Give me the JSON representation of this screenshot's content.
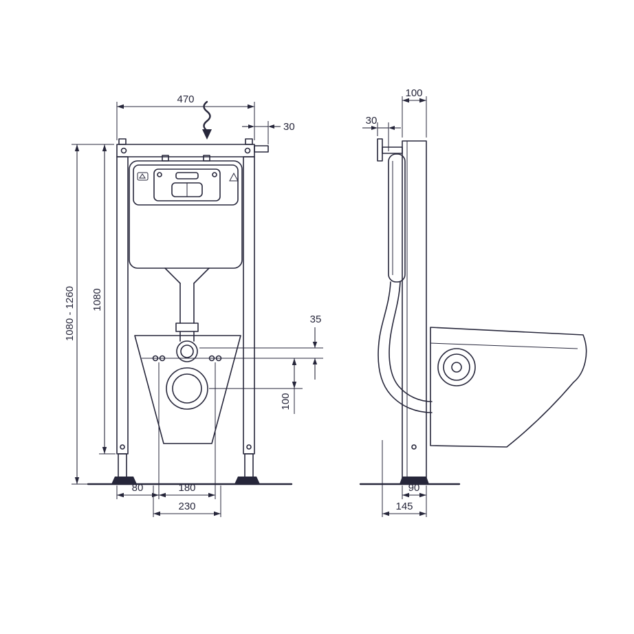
{
  "drawing": {
    "kind": "installation-dimension-drawing",
    "subject": "wall-hung WC mounting frame with concealed cistern",
    "line_color": "#26263a",
    "background_color": "#ffffff",
    "views": {
      "left": "front-view",
      "right": "side-view"
    }
  },
  "dimensions": {
    "front": {
      "width": "470",
      "bracket_offset": "30",
      "height_range": "1080 - 1260",
      "frame_height": "1080",
      "outlet_offset": "35",
      "drain_drop": "100",
      "foot_offset": "80",
      "stud_spacing": "180",
      "fixing_spacing": "230"
    },
    "side": {
      "frame_depth": "100",
      "plate_offset": "30",
      "floor_fixing": "90",
      "floor_depth": "145"
    }
  },
  "symbols": {
    "water_inlet_icon": "wavy-arrow-down",
    "recycle_triangle_icon": "triangle-outline",
    "brand_logo_icon": "maker-mark"
  }
}
